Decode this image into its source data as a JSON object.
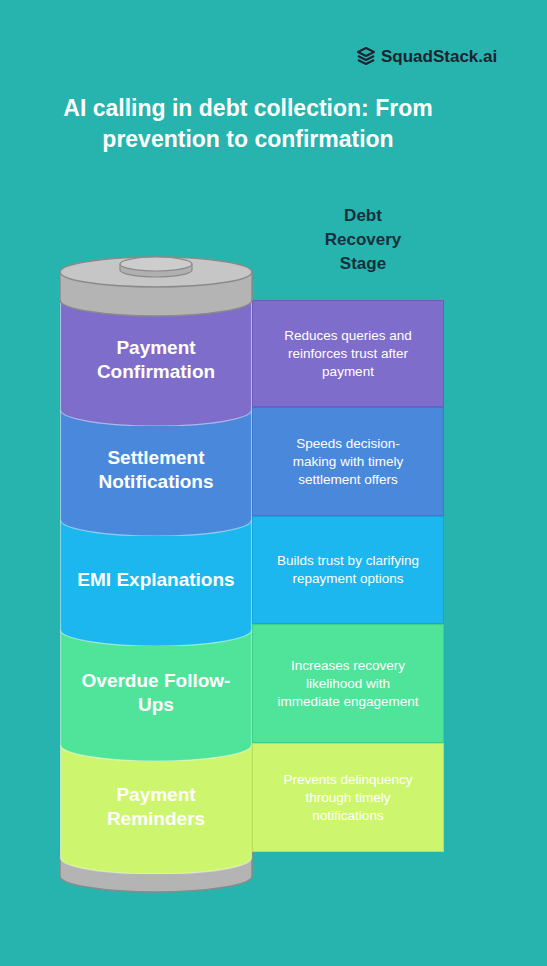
{
  "diagram": {
    "title": "AI calling in debt collection: From prevention to confirmation",
    "nodes": [
      {
        "text": [
          "Payment Confirmation"
        ]
      },
      {
        "text": [
          "Reduces queries and reinforces trust after payment"
        ]
      },
      {
        "text": [
          "Settlement Notifications"
        ]
      },
      {
        "text": [
          "Speeds decision-making with timely settlement offers"
        ]
      },
      {
        "text": [
          "EMI Explanations"
        ]
      },
      {
        "text": [
          "Builds trust by clarifying repayment options"
        ]
      },
      {
        "text": [
          "Overdue Follow-Ups"
        ]
      },
      {
        "text": [
          "Increases recovery likelihood with immediate engagement"
        ]
      },
      {
        "text": [
          "Payment Reminders"
        ]
      },
      {
        "text": [
          "Prevents delinquency through timely notifications"
        ]
      }
    ],
    "labels": [
      "SquadStack.ai",
      "Debt Recovery Stage"
    ]
  }
}
